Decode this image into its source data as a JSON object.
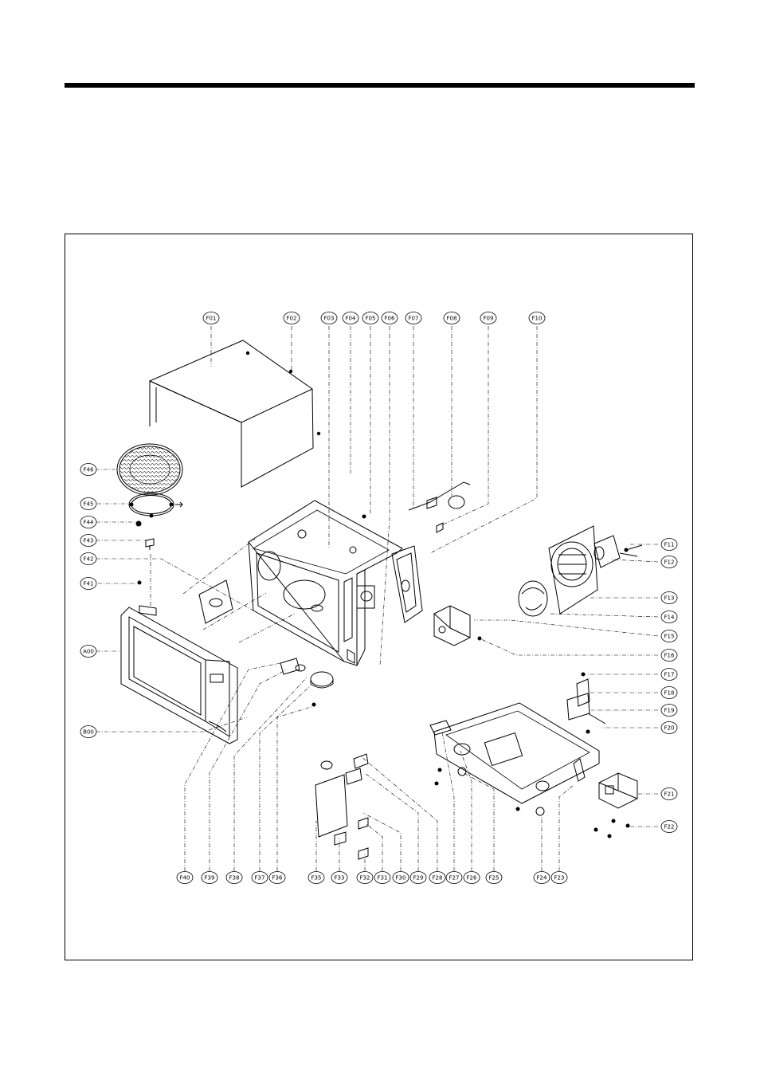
{
  "labels": {
    "F01": "F01",
    "F02": "F02",
    "F03": "F03",
    "F04": "F04",
    "F05": "F05",
    "F06": "F06",
    "F07": "F07",
    "F08": "F08",
    "F09": "F09",
    "F10": "F10",
    "F11": "F11",
    "F12": "F12",
    "F13": "F13",
    "F14": "F14",
    "F15": "F15",
    "F16": "F16",
    "F17": "F17",
    "F18": "F18",
    "F19": "F19",
    "F20": "F20",
    "F21": "F21",
    "F22": "F22",
    "F23": "F23",
    "F24": "F24",
    "F25": "F25",
    "F26": "F26",
    "F27": "F27",
    "F28": "F28",
    "F29": "F29",
    "F30": "F30",
    "F31": "F31",
    "F32": "F32",
    "F33": "F33",
    "F35": "F35",
    "F36": "F36",
    "F37": "F37",
    "F38": "F38",
    "F39": "F39",
    "F40": "F40",
    "F41": "F41",
    "F42": "F42",
    "F43": "F43",
    "F44": "F44",
    "F45": "F45",
    "F46": "F46",
    "A00": "A00",
    "B00": "B00"
  },
  "colors": {
    "line": "#000000",
    "paper": "#ffffff"
  }
}
